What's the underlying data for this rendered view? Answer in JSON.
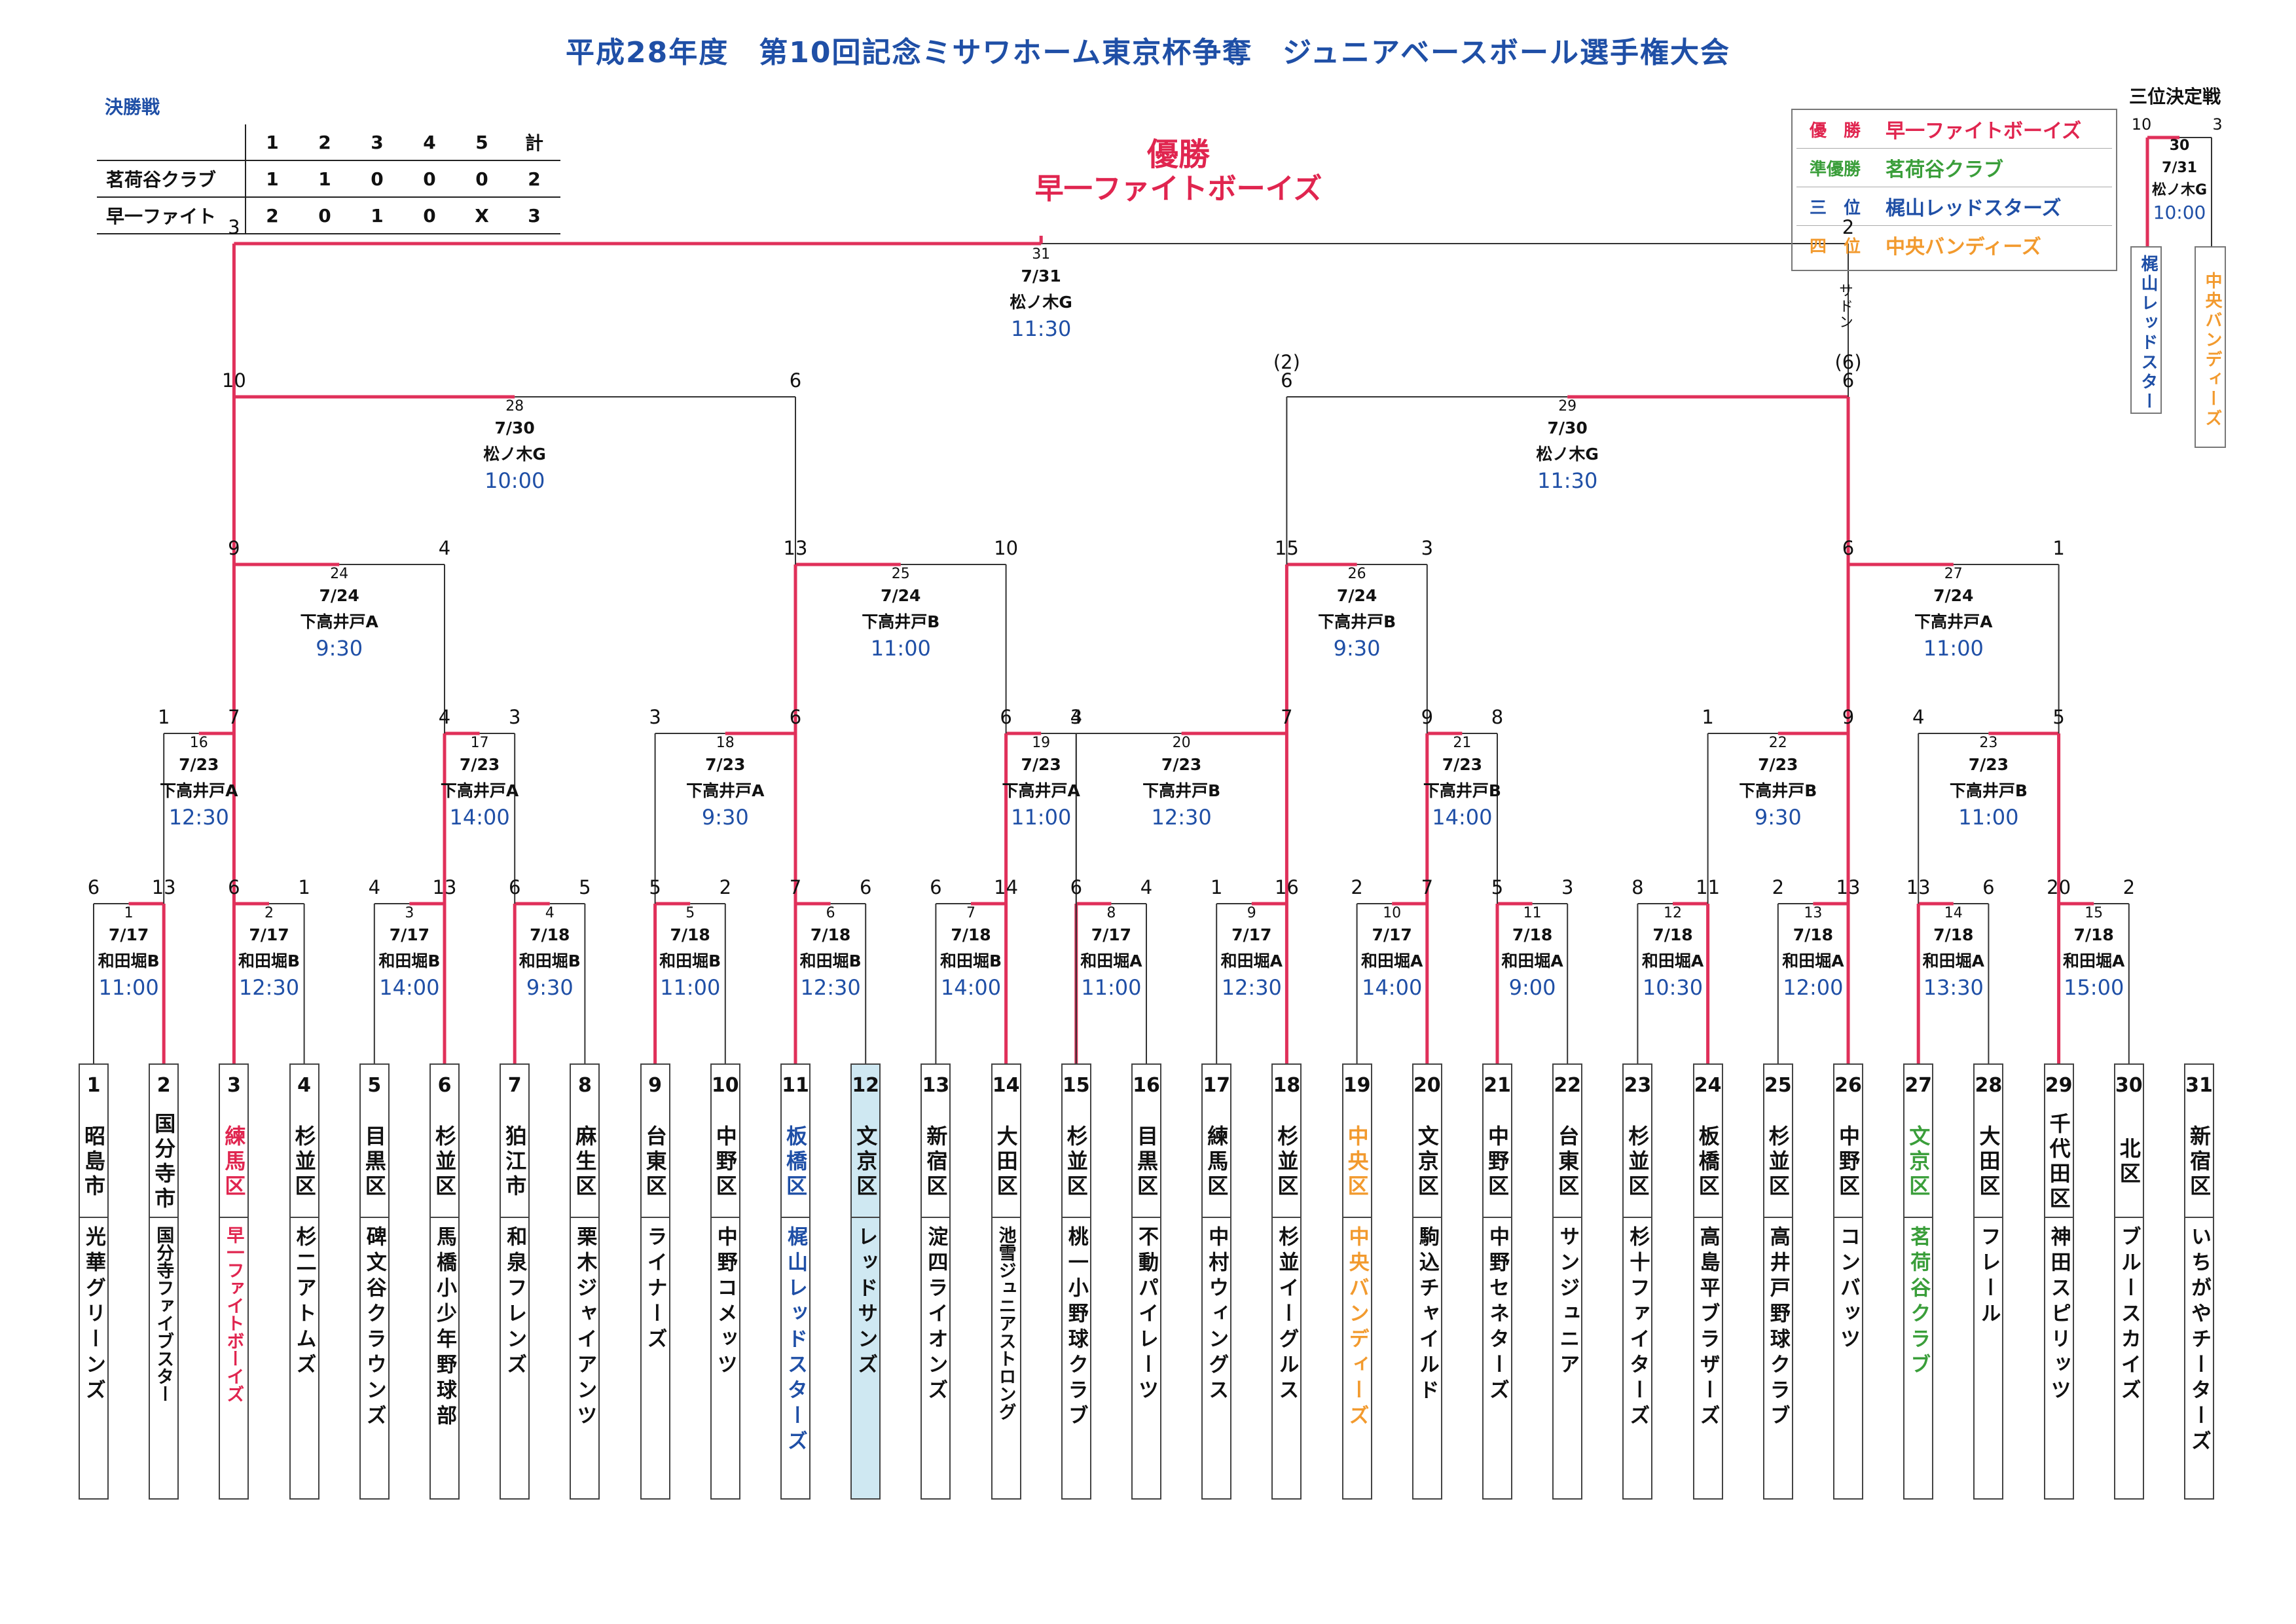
{
  "title": "平成28年度　第10回記念ミサワホーム東京杯争奪　ジュニアベースボール選手権大会",
  "final_label": "決勝戦",
  "final_score": {
    "innings": [
      "1",
      "2",
      "3",
      "4",
      "5",
      "計"
    ],
    "rows": [
      {
        "team": "茗荷谷クラブ",
        "scores": [
          "1",
          "1",
          "0",
          "0",
          "0",
          "2"
        ]
      },
      {
        "team": "早一ファイト",
        "scores": [
          "2",
          "0",
          "1",
          "0",
          "X",
          "3"
        ]
      }
    ]
  },
  "champion": {
    "label": "優勝",
    "team": "早一ファイトボーイズ"
  },
  "standings": [
    {
      "rank": "優　勝",
      "team": "早一ファイトボーイズ",
      "color": "#e0254f"
    },
    {
      "rank": "準優勝",
      "team": "茗荷谷クラブ",
      "color": "#3a9e3a"
    },
    {
      "rank": "三　位",
      "team": "梶山レッドスターズ",
      "color": "#1f4fa6"
    },
    {
      "rank": "四　位",
      "team": "中央バンディーズ",
      "color": "#f29a2e"
    }
  ],
  "third_place": {
    "title": "三位決定戦",
    "score_left": "10",
    "score_right": "3",
    "game": "30",
    "date": "7/31",
    "venue": "松ノ木G",
    "time": "10:00",
    "left_team": "梶山レッドスター",
    "right_team": "中央バンディーズ",
    "left_color": "#1f4fa6",
    "right_color": "#f29a2e"
  },
  "colors": {
    "winner_line": "#e0305a",
    "title": "#1f4fa6",
    "time": "#1f4fa6",
    "highlight": "#cfe8f2"
  },
  "teams": [
    {
      "num": "1",
      "area": "昭島市",
      "name": "光華グリーンズ",
      "color": "#111"
    },
    {
      "num": "2",
      "area": "国分寺市",
      "name": "国分寺ファイブスター",
      "color": "#111"
    },
    {
      "num": "3",
      "area": "練馬区",
      "name": "早一ファイトボーイズ",
      "color": "#e0254f"
    },
    {
      "num": "4",
      "area": "杉並区",
      "name": "杉二アトムズ",
      "color": "#111"
    },
    {
      "num": "5",
      "area": "目黒区",
      "name": "碑文谷クラウンズ",
      "color": "#111"
    },
    {
      "num": "6",
      "area": "杉並区",
      "name": "馬橋小少年野球部",
      "color": "#111"
    },
    {
      "num": "7",
      "area": "狛江市",
      "name": "和泉フレンズ",
      "color": "#111"
    },
    {
      "num": "8",
      "area": "麻生区",
      "name": "栗木ジャイアンツ",
      "color": "#111"
    },
    {
      "num": "9",
      "area": "台東区",
      "name": "ライナーズ",
      "color": "#111"
    },
    {
      "num": "10",
      "area": "中野区",
      "name": "中野コメッツ",
      "color": "#111"
    },
    {
      "num": "11",
      "area": "板橋区",
      "name": "梶山レッドスターズ",
      "color": "#1f4fa6"
    },
    {
      "num": "12",
      "area": "文京区",
      "name": "レッドサンズ",
      "color": "#111"
    },
    {
      "num": "13",
      "area": "新宿区",
      "name": "淀四ライオンズ",
      "color": "#111"
    },
    {
      "num": "14",
      "area": "大田区",
      "name": "池雪ジュニアストロング",
      "color": "#111"
    },
    {
      "num": "15",
      "area": "杉並区",
      "name": "桃一小野球クラブ",
      "color": "#111"
    },
    {
      "num": "16",
      "area": "目黒区",
      "name": "不動パイレーツ",
      "color": "#111"
    },
    {
      "num": "17",
      "area": "練馬区",
      "name": "中村ウィングス",
      "color": "#111"
    },
    {
      "num": "18",
      "area": "杉並区",
      "name": "杉並イーグルス",
      "color": "#111"
    },
    {
      "num": "19",
      "area": "中央区",
      "name": "中央バンディーズ",
      "color": "#f29a2e"
    },
    {
      "num": "20",
      "area": "文京区",
      "name": "駒込チャイルド",
      "color": "#111"
    },
    {
      "num": "21",
      "area": "中野区",
      "name": "中野セネターズ",
      "color": "#111"
    },
    {
      "num": "22",
      "area": "台東区",
      "name": "サンジュニア",
      "color": "#111"
    },
    {
      "num": "23",
      "area": "杉並区",
      "name": "杉十ファイターズ",
      "color": "#111"
    },
    {
      "num": "24",
      "area": "板橋区",
      "name": "高島平ブラザーズ",
      "color": "#111"
    },
    {
      "num": "25",
      "area": "杉並区",
      "name": "高井戸野球クラブ",
      "color": "#111"
    },
    {
      "num": "26",
      "area": "中野区",
      "name": "コンバッツ",
      "color": "#111"
    },
    {
      "num": "27",
      "area": "文京区",
      "name": "茗荷谷クラブ",
      "color": "#3a9e3a"
    },
    {
      "num": "28",
      "area": "大田区",
      "name": "フレール",
      "color": "#111"
    },
    {
      "num": "29",
      "area": "千代田区",
      "name": "神田スピリッツ",
      "color": "#111"
    },
    {
      "num": "30",
      "area": "北区",
      "name": "ブルースカイズ",
      "color": "#111"
    },
    {
      "num": "31",
      "area": "新宿区",
      "name": "いちがやチーターズ",
      "color": "#111"
    }
  ],
  "round1": [
    {
      "game": "1",
      "date": "7/17",
      "venue": "和田堀B",
      "time": "11:00",
      "s1": "6",
      "s2": "13"
    },
    {
      "game": "2",
      "date": "7/17",
      "venue": "和田堀B",
      "time": "12:30",
      "s1": "6",
      "s2": "1"
    },
    {
      "game": "3",
      "date": "7/17",
      "venue": "和田堀B",
      "time": "14:00",
      "s1": "4",
      "s2": "13"
    },
    {
      "game": "4",
      "date": "7/18",
      "venue": "和田堀B",
      "time": "9:30",
      "s1": "6",
      "s2": "5"
    },
    {
      "game": "5",
      "date": "7/18",
      "venue": "和田堀B",
      "time": "11:00",
      "s1": "5",
      "s2": "2"
    },
    {
      "game": "6",
      "date": "7/18",
      "venue": "和田堀B",
      "time": "12:30",
      "s1": "7",
      "s2": "6"
    },
    {
      "game": "7",
      "date": "7/18",
      "venue": "和田堀B",
      "time": "14:00",
      "s1": "6",
      "s2": "14"
    },
    {
      "game": "8",
      "date": "7/17",
      "venue": "和田堀A",
      "time": "11:00",
      "s1": "6",
      "s2": "4"
    },
    {
      "game": "9",
      "date": "7/17",
      "venue": "和田堀A",
      "time": "12:30",
      "s1": "1",
      "s2": "16"
    },
    {
      "game": "10",
      "date": "7/17",
      "venue": "和田堀A",
      "time": "14:00",
      "s1": "2",
      "s2": "7"
    },
    {
      "game": "11",
      "date": "7/18",
      "venue": "和田堀A",
      "time": "9:00",
      "s1": "5",
      "s2": "3"
    },
    {
      "game": "12",
      "date": "7/18",
      "venue": "和田堀A",
      "time": "10:30",
      "s1": "8",
      "s2": "11"
    },
    {
      "game": "13",
      "date": "7/18",
      "venue": "和田堀A",
      "time": "12:00",
      "s1": "2",
      "s2": "13"
    },
    {
      "game": "14",
      "date": "7/18",
      "venue": "和田堀A",
      "time": "13:30",
      "s1": "13",
      "s2": "6"
    },
    {
      "game": "15",
      "date": "7/18",
      "venue": "和田堀A",
      "time": "15:00",
      "s1": "20",
      "s2": "2"
    }
  ],
  "round2": [
    {
      "game": "16",
      "date": "7/23",
      "venue": "下高井戸A",
      "time": "12:30",
      "s1": "1",
      "s2": "7"
    },
    {
      "game": "17",
      "date": "7/23",
      "venue": "下高井戸A",
      "time": "14:00",
      "s1": "4",
      "s2": "3"
    },
    {
      "game": "18",
      "date": "7/23",
      "venue": "下高井戸A",
      "time": "9:30",
      "s1": "3",
      "s2": "6"
    },
    {
      "game": "19",
      "date": "7/23",
      "venue": "下高井戸A",
      "time": "11:00",
      "s1": "6",
      "s2": "4"
    },
    {
      "game": "20",
      "date": "7/23",
      "venue": "下高井戸B",
      "time": "12:30",
      "s1": "3",
      "s2": "7"
    },
    {
      "game": "21",
      "date": "7/23",
      "venue": "下高井戸B",
      "time": "14:00",
      "s1": "9",
      "s2": "8"
    },
    {
      "game": "22",
      "date": "7/23",
      "venue": "下高井戸B",
      "time": "9:30",
      "s1": "1",
      "s2": "9"
    },
    {
      "game": "23",
      "date": "7/23",
      "venue": "下高井戸B",
      "time": "11:00",
      "s1": "4",
      "s2": "5"
    }
  ],
  "round3": [
    {
      "game": "24",
      "date": "7/24",
      "venue": "下高井戸A",
      "time": "9:30",
      "s1": "9",
      "s2": "4"
    },
    {
      "game": "25",
      "date": "7/24",
      "venue": "下高井戸B",
      "time": "11:00",
      "s1": "13",
      "s2": "10"
    },
    {
      "game": "26",
      "date": "7/24",
      "venue": "下高井戸B",
      "time": "9:30",
      "s1": "15",
      "s2": "3"
    },
    {
      "game": "27",
      "date": "7/24",
      "venue": "下高井戸A",
      "time": "11:00",
      "s1": "6",
      "s2": "1"
    }
  ],
  "semis": [
    {
      "game": "28",
      "date": "7/30",
      "venue": "松ノ木G",
      "time": "10:00",
      "s1": "10",
      "s2": "6"
    },
    {
      "game": "29",
      "date": "7/30",
      "venue": "松ノ木G",
      "time": "11:30",
      "s1": "6",
      "s2": "6",
      "pk1": "(2)",
      "pk2": "(6)"
    }
  ],
  "final": {
    "game": "31",
    "date": "7/31",
    "venue": "松ノ木G",
    "time": "11:30",
    "s1": "3",
    "s2": "2",
    "note": "サドン"
  }
}
